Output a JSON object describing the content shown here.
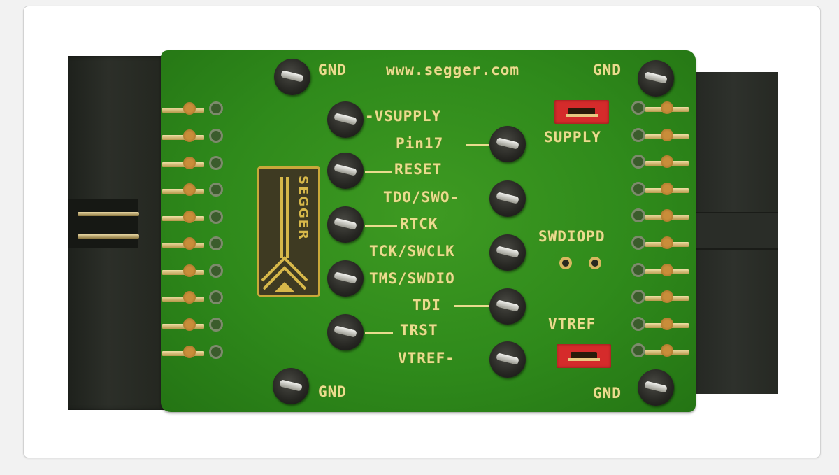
{
  "image": {
    "subject": "SEGGER JTAG/SWD adapter PCB",
    "board_labels": {
      "url": "www.segger.com",
      "gnd_top_left": "GND",
      "gnd_top_right": "GND",
      "gnd_bottom_left": "GND",
      "gnd_bottom_right": "GND",
      "logo_text": "SEGGER"
    },
    "test_points_left": [
      {
        "label": "-VSUPPLY"
      },
      {
        "label": "RESET"
      },
      {
        "label": "RTCK"
      },
      {
        "label": "TMS/SWDIO"
      },
      {
        "label": "TRST"
      }
    ],
    "test_points_right": [
      {
        "label": "Pin17"
      },
      {
        "label": "TDO/SWO-"
      },
      {
        "label": "TCK/SWCLK"
      },
      {
        "label": "TDI"
      },
      {
        "label": "VTREF-"
      }
    ],
    "jumpers": [
      {
        "label": "SUPPLY"
      },
      {
        "label": "VTREF"
      }
    ],
    "solder_pads": {
      "label": "SWDIOPD"
    },
    "colors": {
      "pcb_green": "#2f8a1b",
      "silkscreen": "#e9dc8e",
      "jumper_red": "#d52b2b",
      "connector_black": "#25281f"
    }
  }
}
